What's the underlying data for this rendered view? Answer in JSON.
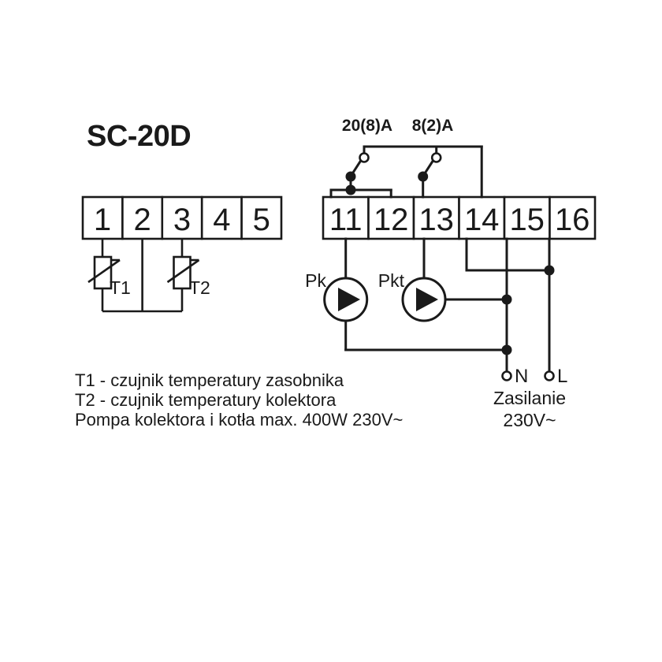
{
  "title": "SC-20D",
  "terminals": {
    "left_block": {
      "labels": [
        "1",
        "2",
        "3",
        "4",
        "5"
      ]
    },
    "right_block": {
      "labels": [
        "11",
        "12",
        "13",
        "14",
        "15",
        "16"
      ]
    }
  },
  "relay_ratings": [
    {
      "label": "20(8)A"
    },
    {
      "label": "8(2)A"
    }
  ],
  "sensors": [
    {
      "tag": "T1"
    },
    {
      "tag": "T2"
    }
  ],
  "pumps": [
    {
      "tag": "Pk"
    },
    {
      "tag": "Pkt"
    }
  ],
  "supply": {
    "neutral": "N",
    "line": "L",
    "caption_line1": "Zasilanie",
    "caption_line2": "230V~"
  },
  "legend": [
    "T1 - czujnik temperatury zasobnika",
    "T2 - czujnik temperatury kolektora",
    "Pompa kolektora i kotła max. 400W 230V~"
  ],
  "colors": {
    "ink": "#1a1a1a",
    "background": "#ffffff"
  }
}
